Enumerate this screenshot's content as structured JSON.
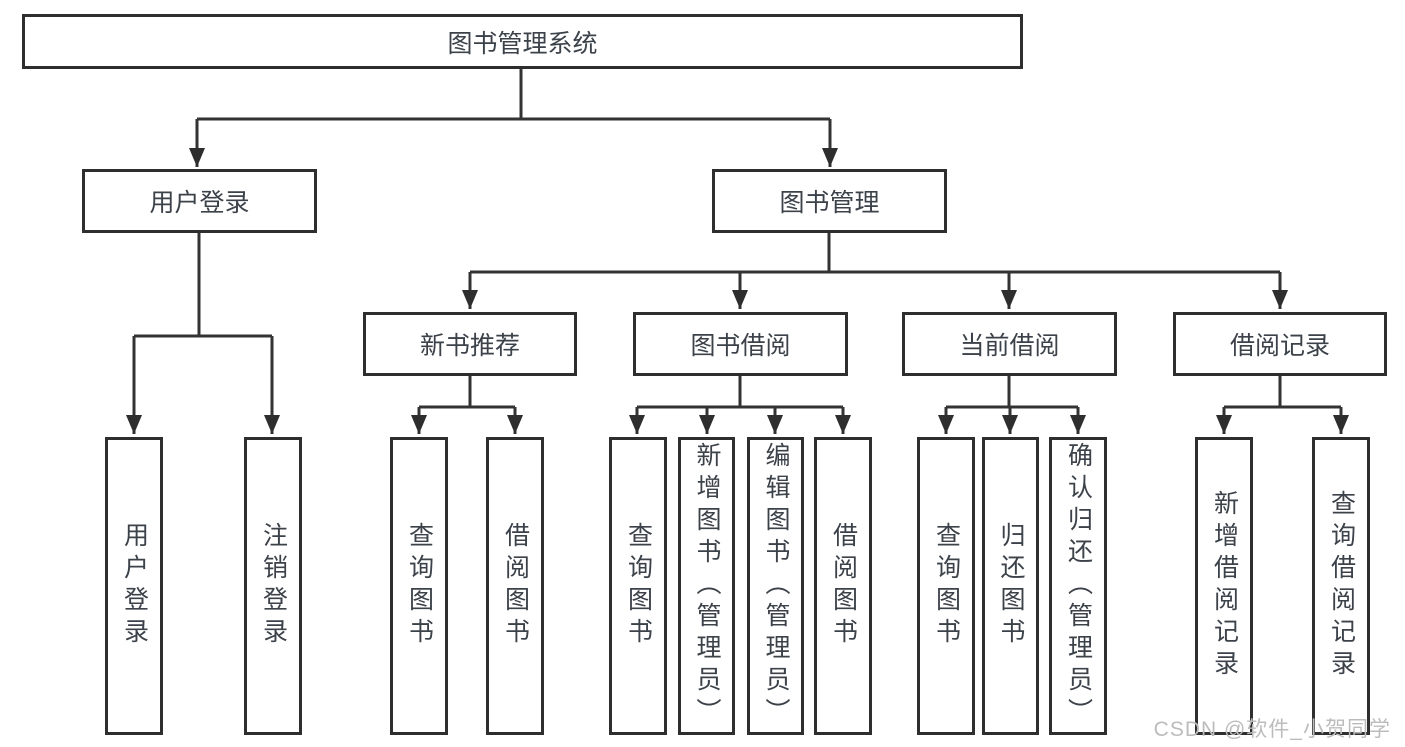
{
  "diagram": {
    "title": "图书管理系统",
    "nodes": {
      "root": "图书管理系统",
      "user_login": "用户登录",
      "book_mgmt": "图书管理",
      "new_book": "新书推荐",
      "book_borrow": "图书借阅",
      "current_borrow": "当前借阅",
      "borrow_record": "借阅记录",
      "leaf_user_login": "用户登录",
      "leaf_logout": "注销登录",
      "leaf_nb_query": "查询图书",
      "leaf_nb_borrow": "借阅图书",
      "leaf_bb_query": "查询图书",
      "leaf_bb_add": "新增图书（管理员）",
      "leaf_bb_edit": "编辑图书（管理员）",
      "leaf_bb_borrow": "借阅图书",
      "leaf_cb_query": "查询图书",
      "leaf_cb_return": "归还图书",
      "leaf_cb_confirm": "确认归还（管理员）",
      "leaf_br_add": "新增借阅记录",
      "leaf_br_query": "查询借阅记录"
    },
    "tree": [
      {
        "parent": "图书管理系统",
        "children": [
          "用户登录",
          "图书管理"
        ]
      },
      {
        "parent": "用户登录",
        "children": [
          "用户登录",
          "注销登录"
        ]
      },
      {
        "parent": "图书管理",
        "children": [
          "新书推荐",
          "图书借阅",
          "当前借阅",
          "借阅记录"
        ]
      },
      {
        "parent": "新书推荐",
        "children": [
          "查询图书",
          "借阅图书"
        ]
      },
      {
        "parent": "图书借阅",
        "children": [
          "查询图书",
          "新增图书（管理员）",
          "编辑图书（管理员）",
          "借阅图书"
        ]
      },
      {
        "parent": "当前借阅",
        "children": [
          "查询图书",
          "归还图书",
          "确认归还（管理员）"
        ]
      },
      {
        "parent": "借阅记录",
        "children": [
          "新增借阅记录",
          "查询借阅记录"
        ]
      }
    ]
  },
  "watermark": "CSDN @软件_小贺同学",
  "colors": {
    "line": "#333333",
    "box_border": "#2e2e2e",
    "text": "#3c424a",
    "watermark": "#bcbcbc",
    "background": "#ffffff"
  }
}
